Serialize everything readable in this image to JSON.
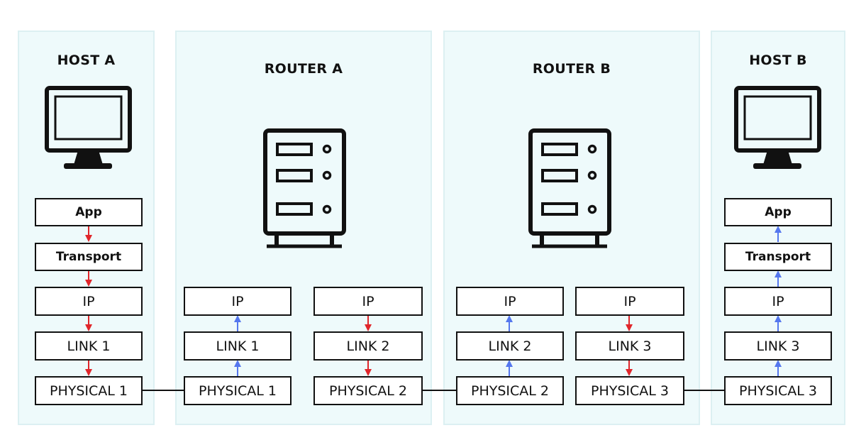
{
  "colors": {
    "panel_bg": "#eefafb",
    "down_arrow": "#e0262b",
    "up_arrow": "#5577ee",
    "stroke": "#111111"
  },
  "host_a": {
    "title": "HOST A",
    "icon": "monitor-icon",
    "layers": {
      "app": "App",
      "transport": "Transport",
      "ip": "IP",
      "link": "LINK 1",
      "physical": "PHYSICAL 1"
    },
    "arrow_direction": "down"
  },
  "router_a": {
    "title": "ROUTER A",
    "icon": "server-icon",
    "left_stack": {
      "ip": "IP",
      "link": "LINK 1",
      "physical": "PHYSICAL 1",
      "arrow_direction": "up"
    },
    "right_stack": {
      "ip": "IP",
      "link": "LINK 2",
      "physical": "PHYSICAL 2",
      "arrow_direction": "down"
    }
  },
  "router_b": {
    "title": "ROUTER B",
    "icon": "server-icon",
    "left_stack": {
      "ip": "IP",
      "link": "LINK 2",
      "physical": "PHYSICAL 2",
      "arrow_direction": "up"
    },
    "right_stack": {
      "ip": "IP",
      "link": "LINK 3",
      "physical": "PHYSICAL 3",
      "arrow_direction": "down"
    }
  },
  "host_b": {
    "title": "HOST B",
    "icon": "monitor-icon",
    "layers": {
      "app": "App",
      "transport": "Transport",
      "ip": "IP",
      "link": "LINK 3",
      "physical": "PHYSICAL 3"
    },
    "arrow_direction": "up"
  }
}
